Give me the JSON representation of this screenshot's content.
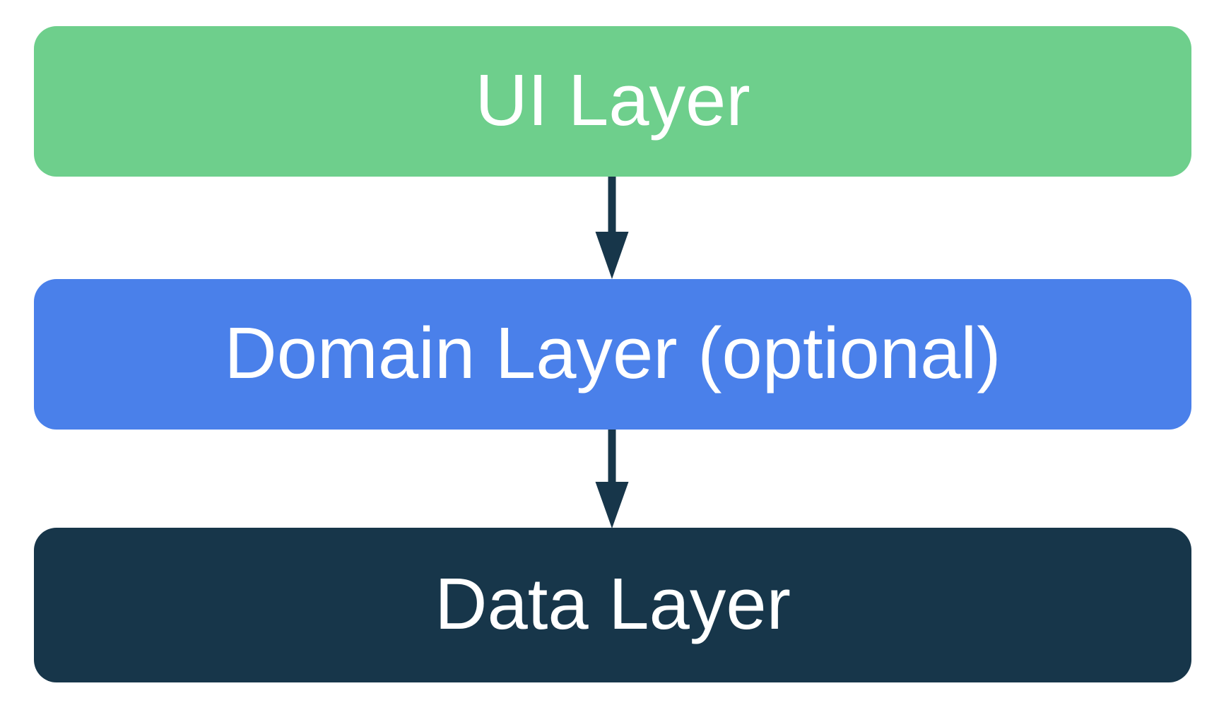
{
  "diagram": {
    "background_color": "#ffffff",
    "arrow_color": "#17364a",
    "layers": [
      {
        "label": "UI Layer",
        "fill_color": "#6ecf8c",
        "text_color": "#ffffff"
      },
      {
        "label": "Domain Layer (optional)",
        "fill_color": "#4a80ea",
        "text_color": "#ffffff"
      },
      {
        "label": "Data Layer",
        "fill_color": "#17364a",
        "text_color": "#ffffff"
      }
    ],
    "arrows": [
      {
        "from_label": "UI Layer",
        "to_label": "Domain Layer (optional)"
      },
      {
        "from_label": "Domain Layer (optional)",
        "to_label": "Data Layer"
      }
    ]
  }
}
